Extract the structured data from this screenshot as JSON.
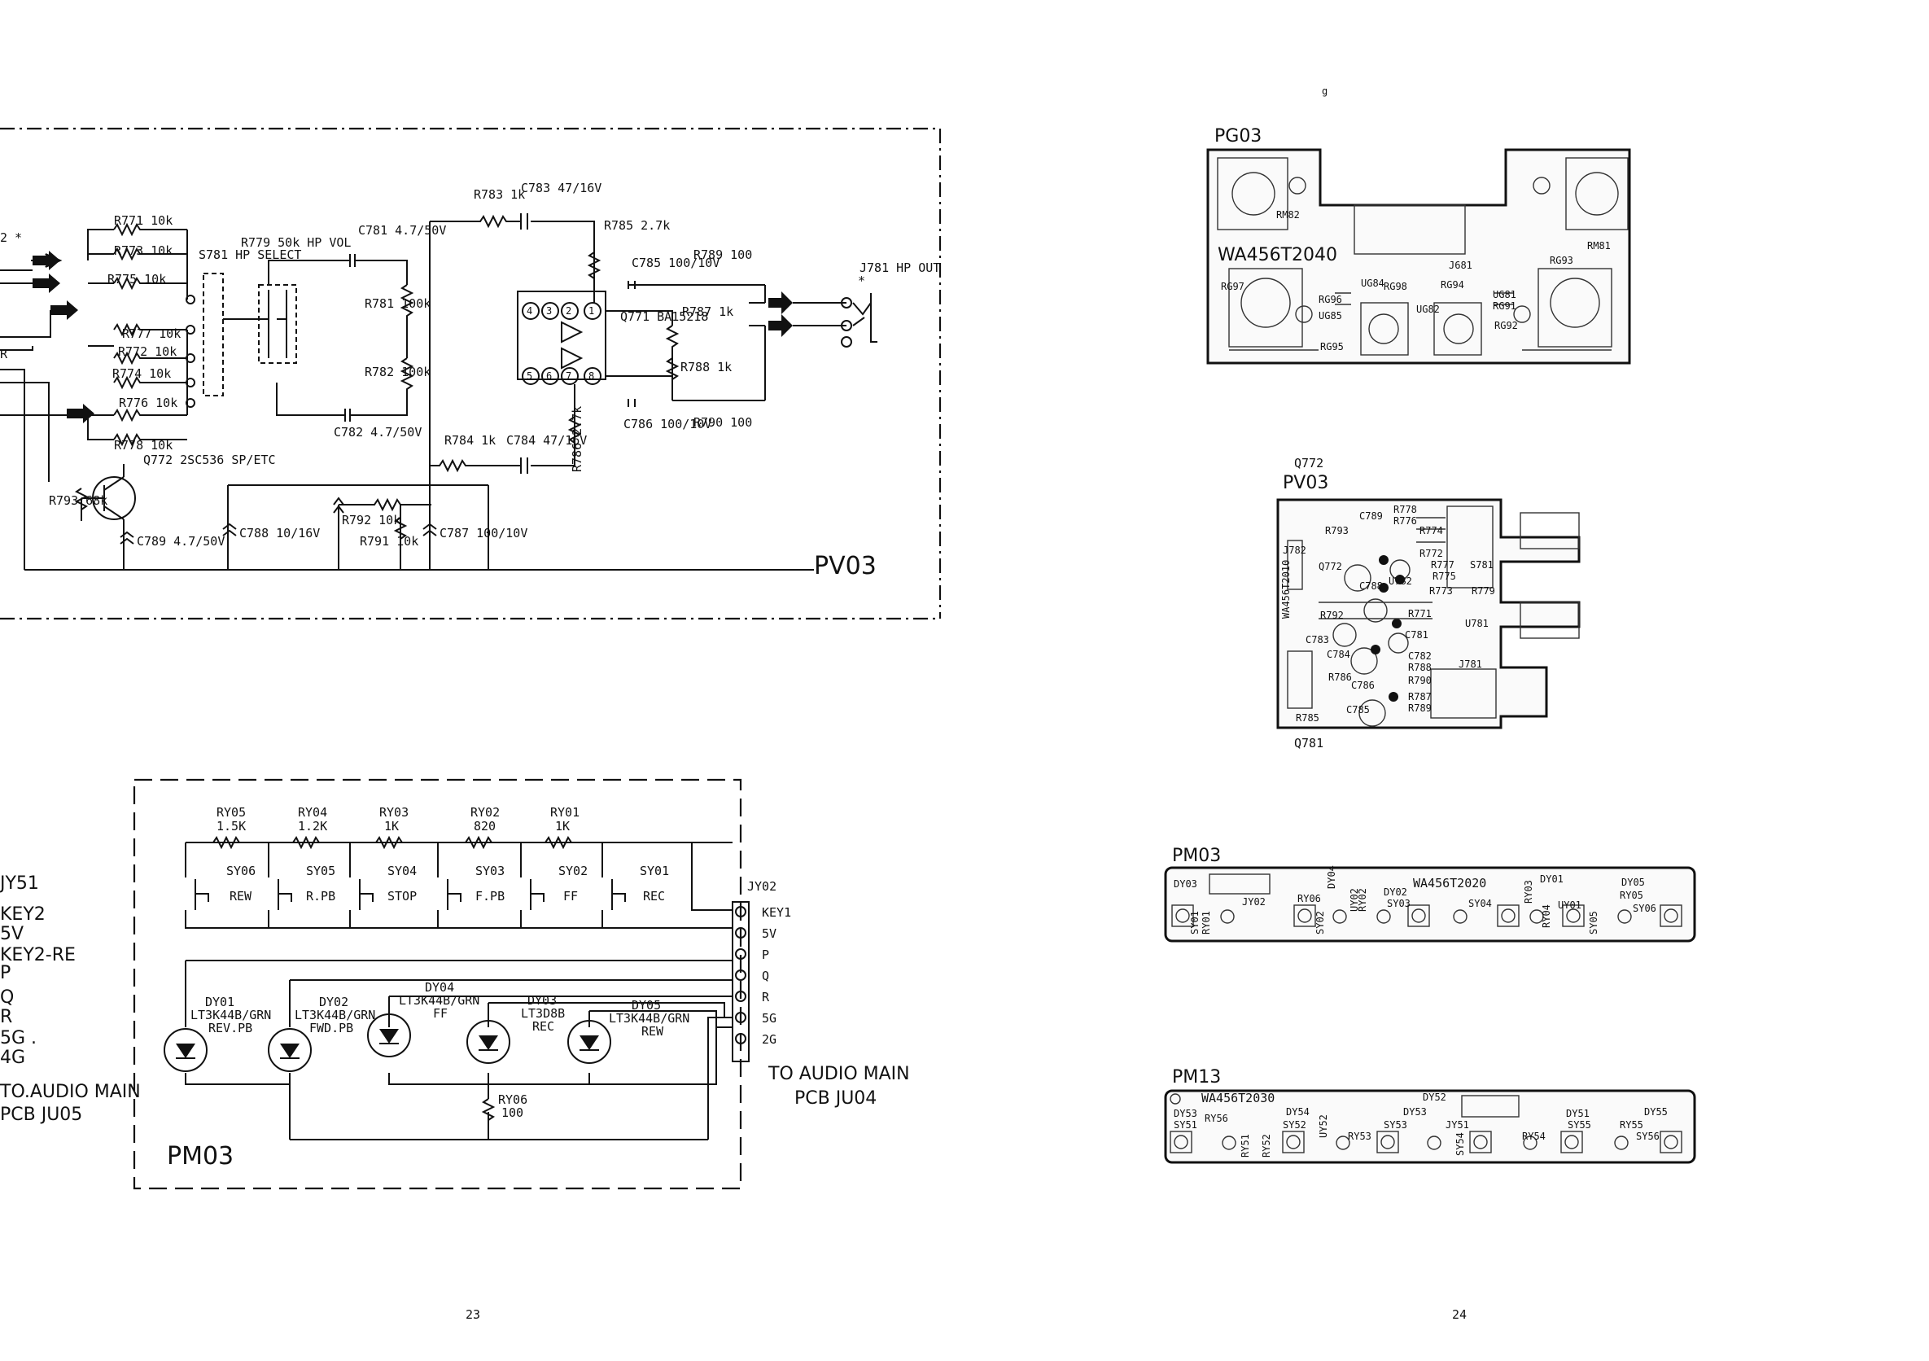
{
  "pv03_schematic": {
    "title": "PV03",
    "resistors": [
      {
        "ref": "R771 10k"
      },
      {
        "ref": "R773 10k"
      },
      {
        "ref": "R775 10k"
      },
      {
        "ref": "R777 10k"
      },
      {
        "ref": "R772 10k"
      },
      {
        "ref": "R774 10k"
      },
      {
        "ref": "R776 10k"
      },
      {
        "ref": "R778 10k"
      },
      {
        "ref": "R781 100k"
      },
      {
        "ref": "R782 100k"
      },
      {
        "ref": "R783 1k"
      },
      {
        "ref": "R784 1k"
      },
      {
        "ref": "R785 2.7k"
      },
      {
        "ref": "R786 2.7k"
      },
      {
        "ref": "R787 1k"
      },
      {
        "ref": "R788 1k"
      },
      {
        "ref": "R789 100"
      },
      {
        "ref": "R790 100"
      },
      {
        "ref": "R791 10k"
      },
      {
        "ref": "R792 10k"
      },
      {
        "ref": "R793 68k"
      }
    ],
    "capacitors": [
      "C781 4.7/50V",
      "C782 4.7/50V",
      "C783 47/16V",
      "C784 47/16V",
      "C785 100/10V",
      "C786 100/10V",
      "C787 100/10V",
      "C788 10/16V",
      "C789 4.7/50V"
    ],
    "switch": "S781 HP SELECT",
    "pot": "R779 50k HP VOL",
    "ic": "Q771 BA15218",
    "transistor": "Q772 2SC536 SP/ETC",
    "jack": "J781 HP OUT",
    "ic_pins": [
      "4",
      "3",
      "2",
      "1",
      "5",
      "6",
      "7",
      "8"
    ],
    "left_marks": [
      "2 *",
      "R"
    ],
    "star": "*"
  },
  "pm03_schematic": {
    "title": "PM03",
    "resistors": [
      {
        "ref": "RY05",
        "val": "1.5K"
      },
      {
        "ref": "RY04",
        "val": "1.2K"
      },
      {
        "ref": "RY03",
        "val": "1K"
      },
      {
        "ref": "RY02",
        "val": "820"
      },
      {
        "ref": "RY01",
        "val": "1K"
      }
    ],
    "switches": [
      {
        "ref": "SY06",
        "name": "REW"
      },
      {
        "ref": "SY05",
        "name": "R.PB"
      },
      {
        "ref": "SY04",
        "name": "STOP"
      },
      {
        "ref": "SY03",
        "name": "F.PB"
      },
      {
        "ref": "SY02",
        "name": "FF"
      },
      {
        "ref": "SY01",
        "name": "REC"
      }
    ],
    "leds": [
      {
        "ref": "DY01",
        "part": "LT3K44B/GRN",
        "name": "REV.PB"
      },
      {
        "ref": "DY02",
        "part": "LT3K44B/GRN",
        "name": "FWD.PB"
      },
      {
        "ref": "DY04",
        "part": "LT3K44B/GRN",
        "name": "FF"
      },
      {
        "ref": "DY03",
        "part": "LT3D8B",
        "name": "REC"
      },
      {
        "ref": "DY05",
        "part": "LT3K44B/GRN",
        "name": "REW"
      }
    ],
    "ry06": {
      "ref": "RY06",
      "val": "100"
    },
    "connector": "JY02",
    "pins": [
      "KEY1",
      "5V",
      "P",
      "Q",
      "R",
      "5G",
      "2G"
    ],
    "dest_line1": "TO AUDIO MAIN",
    "dest_line2": "PCB JU04",
    "star": "*"
  },
  "left_connector": {
    "labels": [
      "JY51",
      "KEY2",
      "5V",
      "KEY2-RE",
      "P",
      "Q",
      "R",
      "5G .",
      "4G"
    ],
    "dest_line1": "TO.AUDIO MAIN",
    "dest_line2": "PCB JU05"
  },
  "pcb_boards": {
    "pg03": {
      "title": "PG03",
      "part_no": "WA456T2040",
      "refs": [
        "RM82",
        "RM81",
        "RG97",
        "RG96",
        "UG85",
        "RG95",
        "UG84",
        "RG98",
        "RG94",
        "UG82",
        "UG81",
        "RG91",
        "RG92",
        "RG93",
        "J681"
      ]
    },
    "pv03": {
      "title": "PV03",
      "top_ref": "Q772",
      "bottom_ref": "Q781",
      "part_no": "WA456T2010",
      "refs": [
        "R778",
        "R776",
        "R774",
        "R772",
        "C789",
        "R793",
        "R777",
        "S781",
        "R775",
        "Q772",
        "U782",
        "C788",
        "R773",
        "R779",
        "C781",
        "R771",
        "R792",
        "C783",
        "C784",
        "U781",
        "C782",
        "R788",
        "R786",
        "C786",
        "R790",
        "R787",
        "R789",
        "R785",
        "J781",
        "J782",
        "C785"
      ]
    },
    "pm03": {
      "title": "PM03",
      "part_no": "WA456T2020",
      "refs": [
        "DY03",
        "SY01",
        "RY01",
        "JY02",
        "RY06",
        "SY02",
        "DY04",
        "UY02",
        "DY02",
        "SY03",
        "SY04",
        "RY02",
        "RY03",
        "RY04",
        "DY01",
        "UY01",
        "SY05",
        "RY05",
        "DY05",
        "SY06"
      ]
    },
    "pm13": {
      "title": "PM13",
      "part_no": "WA456T2030",
      "refs": [
        "DY53",
        "SY51",
        "RY56",
        "RY51",
        "DY54",
        "SY52",
        "UY52",
        "RY52",
        "RY53",
        "SY53",
        "DY52",
        "DY53",
        "JY51",
        "SY54",
        "RY54",
        "DY51",
        "SY55",
        "DY55",
        "RY55",
        "SY56"
      ]
    }
  },
  "page_numbers": {
    "left": "23",
    "right": "24"
  },
  "stray_mark": "g"
}
